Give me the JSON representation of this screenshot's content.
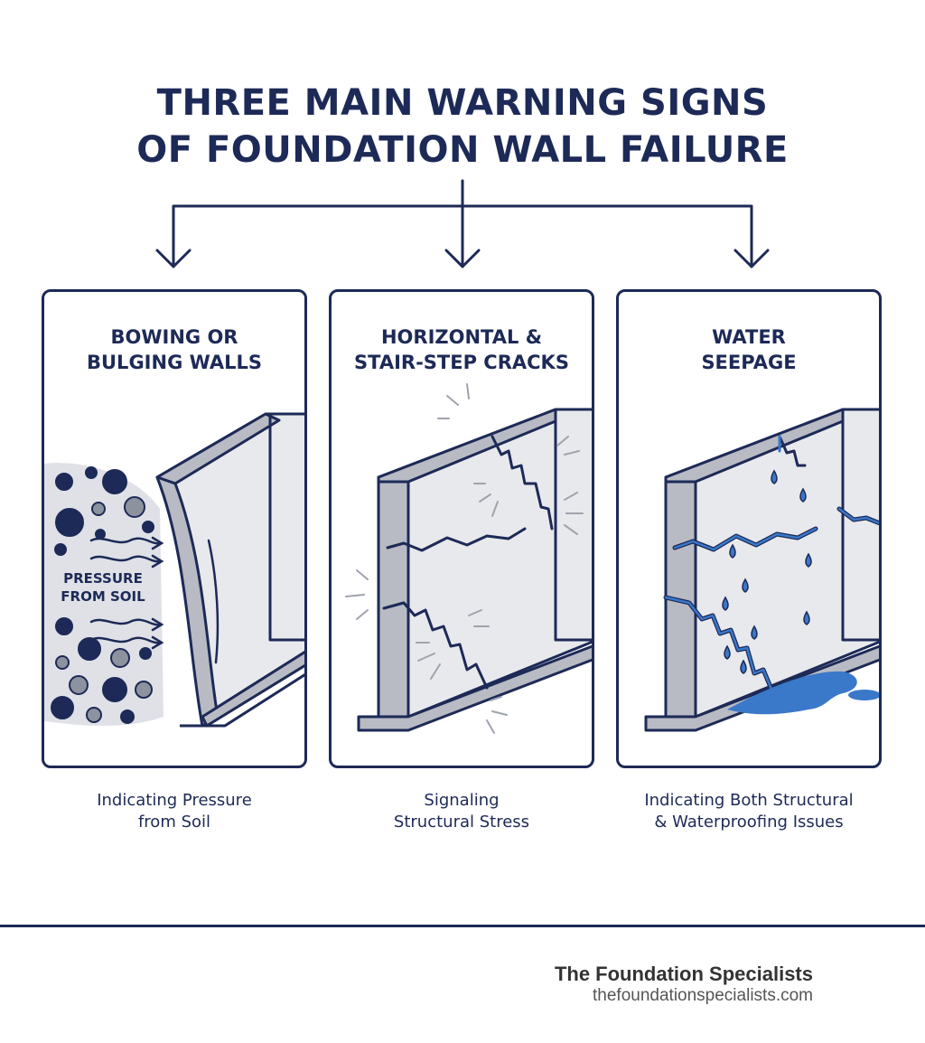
{
  "title": {
    "line1": "THREE MAIN WARNING SIGNS",
    "line2": "OF FOUNDATION WALL FAILURE"
  },
  "panels": [
    {
      "title_line1": "BOWING OR",
      "title_line2": "BULGING WALLS",
      "inner_label_line1": "PRESSURE",
      "inner_label_line2": "FROM SOIL",
      "caption_line1": "Indicating Pressure",
      "caption_line2": "from Soil"
    },
    {
      "title_line1": "HORIZONTAL &",
      "title_line2": "STAIR-STEP CRACKS",
      "caption_line1": "Signaling",
      "caption_line2": "Structural Stress"
    },
    {
      "title_line1": "WATER",
      "title_line2": "SEEPAGE",
      "caption_line1": "Indicating Both Structural",
      "caption_line2": "& Waterproofing Issues"
    }
  ],
  "footer": {
    "brand": "The Foundation Specialists",
    "url": "thefoundationspecialists.com"
  },
  "colors": {
    "navy": "#1d2a57",
    "water_blue": "#3a78c9",
    "wall_light": "#e8e9ed",
    "wall_mid": "#b8bbc3"
  }
}
